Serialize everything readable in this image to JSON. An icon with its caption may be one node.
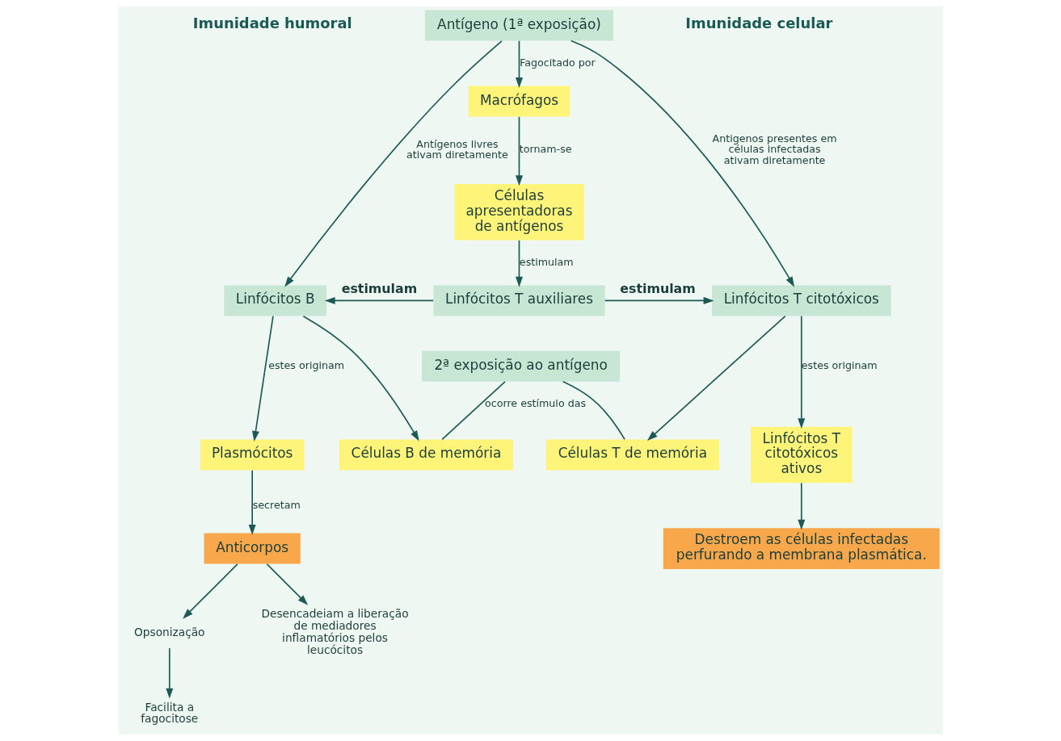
{
  "diagram": {
    "nodes": [
      {
        "text": [
          "Antígeno (1ª exposição)"
        ]
      },
      {
        "text": [
          "Macrófagos"
        ]
      },
      {
        "text": [
          "Células apresentadoras de antígenos"
        ]
      },
      {
        "text": [
          "Linfócitos T auxiliares"
        ]
      },
      {
        "text": [
          "Linfócitos B"
        ]
      },
      {
        "text": [
          "Linfócitos T citotóxicos"
        ]
      },
      {
        "text": [
          "Plasmócitos"
        ]
      },
      {
        "text": [
          "2ª exposição ao antígeno"
        ]
      },
      {
        "text": [
          "Células B de memória"
        ]
      },
      {
        "text": [
          "Células T de memória"
        ]
      },
      {
        "text": [
          "Linfócitos T citotóxicos ativos"
        ]
      },
      {
        "text": [
          "Anticorpos"
        ]
      },
      {
        "text": [
          "Destroem as células infectadas perfurando a membrana plasmática."
        ]
      },
      {
        "text": [
          "Opsonização"
        ]
      },
      {
        "text": [
          "Desencadeiam a liberação de mediadores inflamatórios pelos leucócitos"
        ]
      },
      {
        "text": [
          "Facilita a fagocitose"
        ]
      }
    ],
    "edges": [
      {
        "from": 0,
        "to": 1,
        "arrow": "to",
        "label": "Fagocitado por"
      },
      {
        "from": 1,
        "to": 2,
        "arrow": "to",
        "label": "tornam-se"
      },
      {
        "from": 2,
        "to": 3,
        "arrow": "to",
        "label": "estimulam"
      },
      {
        "from": 0,
        "to": 4,
        "arrow": "to",
        "label": "Antígenos livres ativam diretamente"
      },
      {
        "from": 0,
        "to": 5,
        "arrow": "to",
        "label": "Antigenos presentes em células infectadas ativam diretamente"
      },
      {
        "from": 3,
        "to": 4,
        "arrow": "to",
        "label": "estimulam"
      },
      {
        "from": 3,
        "to": 5,
        "arrow": "to",
        "label": "estimulam"
      },
      {
        "from": 4,
        "to": 6,
        "arrow": "to",
        "label": "estes originam"
      },
      {
        "from": 4,
        "to": 8,
        "arrow": "to"
      },
      {
        "from": 5,
        "to": 10,
        "arrow": "to",
        "label": "estes originam"
      },
      {
        "from": 5,
        "to": 9,
        "arrow": "to"
      },
      {
        "from": 7,
        "to": 8,
        "arrow": "none",
        "label": "ocorre estímulo das"
      },
      {
        "from": 7,
        "to": 9,
        "arrow": "none"
      },
      {
        "from": 6,
        "to": 11,
        "arrow": "to",
        "label": "secretam"
      },
      {
        "from": 11,
        "to": 13,
        "arrow": "to"
      },
      {
        "from": 11,
        "to": 14,
        "arrow": "to"
      },
      {
        "from": 13,
        "to": 15,
        "arrow": "to"
      },
      {
        "from": 10,
        "to": 12,
        "arrow": "to"
      }
    ],
    "labels": [
      "Imunidade humoral",
      "Imunidade celular"
    ]
  }
}
